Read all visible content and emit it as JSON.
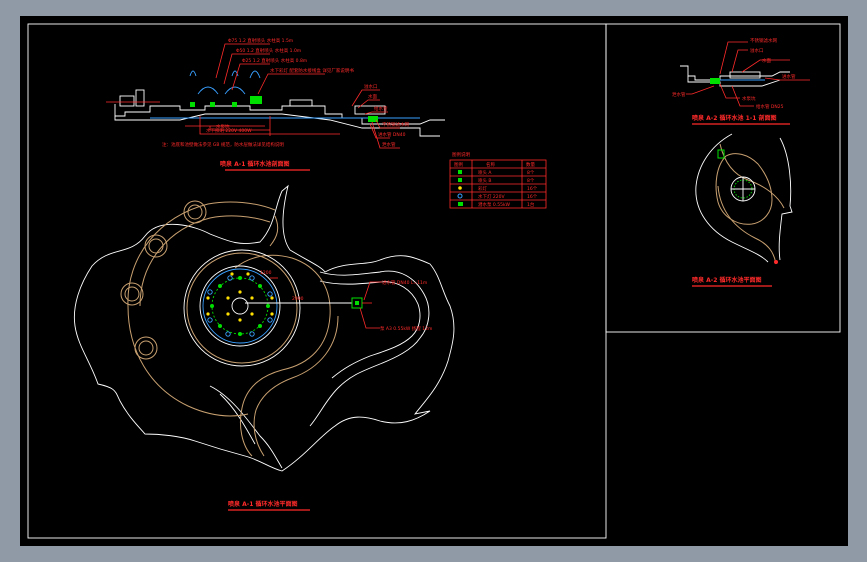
{
  "drawing": {
    "main_section_title": "喷泉 A-1 循环水池剖面图",
    "main_plan_title": "喷泉 A-1 循环水池平面图",
    "sub_section_title": "喷泉 A-2 循环水池 1-1 剖面图",
    "sub_plan_title": "喷泉 A-2 循环水池平面图",
    "section_note": "注：池底和池壁做法参见 GB 规范，防水层做法详见结构说明",
    "section_labels": [
      "Φ75 1.2 直射喷头 水柱高 1.5m",
      "Φ50 1.2 直射喷头 水柱高 1.0m",
      "Φ25 1.2 直射喷头 水柱高 0.8m",
      "水下彩灯 配套防水接线盒 详见厂家说明书",
      "溢水口",
      "水面",
      "给水管",
      "水泵坑",
      "不锈钢滤水网",
      "水下照明 220V 400W",
      "进水管 DN40",
      "泄水管"
    ],
    "plan_labels": [
      "进水管 DN40 L=11m",
      "泵 A3 0.55kW 扬程 12m"
    ],
    "sub_labels": [
      "不锈钢滤水网",
      "溢水口",
      "水面",
      "进水管",
      "泄水管",
      "水泵坑",
      "给水管 DN25"
    ],
    "dims": [
      "2900",
      "3500",
      "1700",
      "1200"
    ]
  },
  "legend": {
    "title": "图例说明",
    "headers": [
      "图例",
      "名称",
      "数量"
    ],
    "rows": [
      {
        "name": "喷头 A",
        "qty": "8个"
      },
      {
        "name": "喷头 B",
        "qty": "8个"
      },
      {
        "name": "彩灯",
        "qty": "16个"
      },
      {
        "name": "水下灯 220V",
        "qty": "16个"
      },
      {
        "name": "潜水泵 0.55kW",
        "qty": "1台"
      }
    ]
  },
  "colors": {
    "background": "#000000",
    "frame": "#ffffff",
    "annotation": "#ff2a2a",
    "outline": "#c8a070",
    "highlight_green": "#00e000",
    "highlight_blue": "#39a0ff",
    "highlight_yellow": "#ffe000"
  }
}
